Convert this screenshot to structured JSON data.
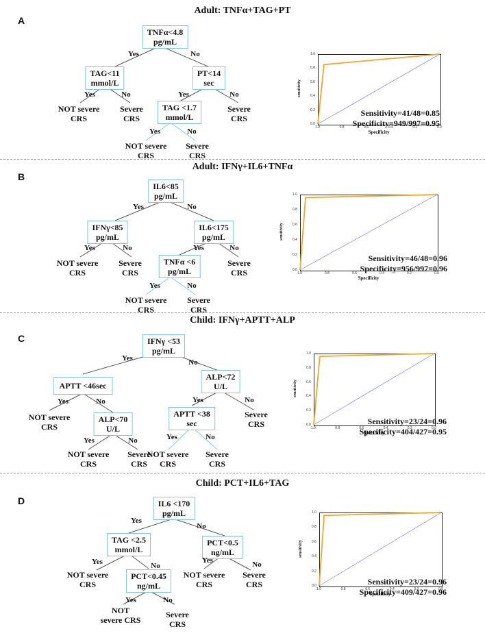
{
  "colors": {
    "node_border": "#7cc4e4",
    "roc_curve": "#f5a623",
    "diagonal": "#8080d0",
    "separator": "#9a9a9a"
  },
  "panels": [
    {
      "letter": "A",
      "title": "Adult: TNFα+TAG+PT",
      "root": "TNFα<4.8\npg/mL",
      "root_yes": "Yes",
      "root_no": "No",
      "left": "TAG<11\nmmol/L",
      "left_yes": "Yes",
      "left_no": "No",
      "left_yes_leaf": "NOT severe\nCRS",
      "left_no_leaf": "Severe\nCRS",
      "right": "PT<14\nsec",
      "right_yes": "Yes",
      "right_no": "No",
      "right_no_leaf": "Severe\nCRS",
      "sub": "TAG <1.7\nmmol/L",
      "sub_yes": "Yes",
      "sub_no": "No",
      "sub_yes_leaf": "NOT severe\nCRS",
      "sub_no_leaf": "Severe\nCRS",
      "sensitivity_text": "Sensitivity=41/48=0.85",
      "specificity_text": "Specificity=949/997=0.95",
      "roc": {
        "ylabel": "sensitivity",
        "xlabel": "Specificity",
        "yticks": [
          "1.0",
          "0.8",
          "0.6",
          "0.4",
          "0.2",
          "0.0"
        ],
        "xticks": [
          "1.0",
          "0.8",
          "0.6",
          "0.4",
          "0.2",
          "0.0"
        ]
      }
    },
    {
      "letter": "B",
      "title": "Adult: IFNγ+IL6+TNFα",
      "root": "IL6<85\npg/mL",
      "root_yes": "Yes",
      "root_no": "No",
      "left": "IFNγ<85\npg/mL",
      "left_yes": "Yes",
      "left_no": "No",
      "left_yes_leaf": "NOT severe\nCRS",
      "left_no_leaf": "Severe\nCRS",
      "right": "IL6<175\npg/mL",
      "right_yes": "Yes",
      "right_no": "No",
      "right_no_leaf": "Severe\nCRS",
      "sub": "TNFα <6\npg/mL",
      "sub_yes": "Yes",
      "sub_no": "No",
      "sub_yes_leaf": "NOT severe\nCRS",
      "sub_no_leaf": "Severe\nCRS",
      "sensitivity_text": "Sensitivity=46/48=0.96",
      "specificity_text": "Specificity=956/997=0.96",
      "roc": {
        "ylabel": "sensitivity",
        "xlabel": "Specificity",
        "yticks": [
          "1.0",
          "0.8",
          "0.6",
          "0.4",
          "0.2",
          "0.0"
        ],
        "xticks": [
          "1.0",
          "0.8",
          "0.6",
          "0.4",
          "0.2",
          "0.0"
        ]
      }
    },
    {
      "letter": "C",
      "title": "Child: IFNγ+APTT+ALP",
      "root": "IFNγ <53\npg/mL",
      "root_yes": "Yes",
      "root_no": "No",
      "left": "APTT <46sec",
      "left_yes": "Yes",
      "left_no": "No",
      "left_yes_leaf": "NOT severe\nCRS",
      "lsub": "ALP<70\nU/L",
      "lsub_yes": "Yes",
      "lsub_no": "No",
      "lsub_yes_leaf": "NOT severe\nCRS",
      "lsub_no_leaf": "Severe\nCRS",
      "right": "ALP<72\nU/L",
      "right_yes": "Yes",
      "right_no": "No",
      "right_no_leaf": "Severe\nCRS",
      "sub": "APTT <38\nsec",
      "sub_yes": "Yes",
      "sub_no": "No",
      "sub_yes_leaf": "NOT severe\nCRS",
      "sub_no_leaf": "Severe\nCRS",
      "sensitivity_text": "Sensitivity=23/24=0.96",
      "specificity_text": "Specificity=404/427=0.95",
      "roc": {
        "ylabel": "sensitivity",
        "xlabel": "Specificity",
        "yticks": [
          "1.0",
          "0.8",
          "0.6",
          "0.4",
          "0.2",
          "0.0"
        ],
        "xticks": [
          "1.0",
          "0.8",
          "0.6",
          "0.4",
          "0.2",
          "0.0"
        ]
      }
    },
    {
      "letter": "D",
      "title": "Child: PCT+IL6+TAG",
      "root": "IL6 <170\npg/mL",
      "root_yes": "Yes",
      "root_no": "No",
      "left": "TAG <2.5\nmmol/L",
      "left_yes": "Yes",
      "left_no": "No",
      "left_yes_leaf": "NOT severe\nCRS",
      "lsub": "PCT<0.45\nng/mL",
      "lsub_yes": "Yes",
      "lsub_no": "No",
      "lsub_yes_leaf": "NOT\nsevere CRS",
      "lsub_no_leaf": "Severe\nCRS",
      "right": "PCT<0.5\nng/mL",
      "right_yes": "Yes",
      "right_no": "No",
      "right_yes_leaf": "NOT severe\nCRS",
      "right_no_leaf": "Severe\nCRS",
      "sensitivity_text": "Sensitivity=23/24=0.96",
      "specificity_text": "Specificity=409/427=0.96",
      "roc": {
        "ylabel": "sensitivity",
        "xlabel": "Specificity",
        "yticks": [
          "1.0",
          "0.8",
          "0.6",
          "0.4",
          "0.2",
          "0.0"
        ],
        "xticks": [
          "1.0",
          "0.8",
          "0.6",
          "0.4",
          "0.2",
          "0.0"
        ]
      }
    }
  ],
  "chart_data": [
    {
      "type": "line",
      "title": "",
      "xlabel": "Specificity",
      "ylabel": "sensitivity",
      "xlim": [
        1.0,
        0.0
      ],
      "ylim": [
        0.0,
        1.0
      ],
      "series": [
        {
          "x": [
            1.0,
            0.95,
            0.0
          ],
          "y": [
            0.0,
            0.85,
            1.0
          ]
        },
        {
          "x": [
            1.0,
            0.0
          ],
          "y": [
            0.0,
            1.0
          ]
        }
      ]
    },
    {
      "type": "line",
      "title": "",
      "xlabel": "Specificity",
      "ylabel": "sensitivity",
      "xlim": [
        1.0,
        0.0
      ],
      "ylim": [
        0.0,
        1.0
      ],
      "series": [
        {
          "x": [
            1.0,
            0.96,
            0.0
          ],
          "y": [
            0.0,
            0.96,
            1.0
          ]
        },
        {
          "x": [
            1.0,
            0.0
          ],
          "y": [
            0.0,
            1.0
          ]
        }
      ]
    },
    {
      "type": "line",
      "title": "",
      "xlabel": "Specificity",
      "ylabel": "sensitivity",
      "xlim": [
        1.0,
        0.0
      ],
      "ylim": [
        0.0,
        1.0
      ],
      "series": [
        {
          "x": [
            1.0,
            0.95,
            0.0
          ],
          "y": [
            0.0,
            0.96,
            1.0
          ]
        },
        {
          "x": [
            1.0,
            0.0
          ],
          "y": [
            0.0,
            1.0
          ]
        }
      ]
    },
    {
      "type": "line",
      "title": "",
      "xlabel": "Specificity",
      "ylabel": "sensitivity",
      "xlim": [
        1.0,
        0.0
      ],
      "ylim": [
        0.0,
        1.0
      ],
      "series": [
        {
          "x": [
            1.0,
            0.96,
            0.0
          ],
          "y": [
            0.0,
            0.96,
            1.0
          ]
        },
        {
          "x": [
            1.0,
            0.0
          ],
          "y": [
            0.0,
            1.0
          ]
        }
      ]
    }
  ]
}
